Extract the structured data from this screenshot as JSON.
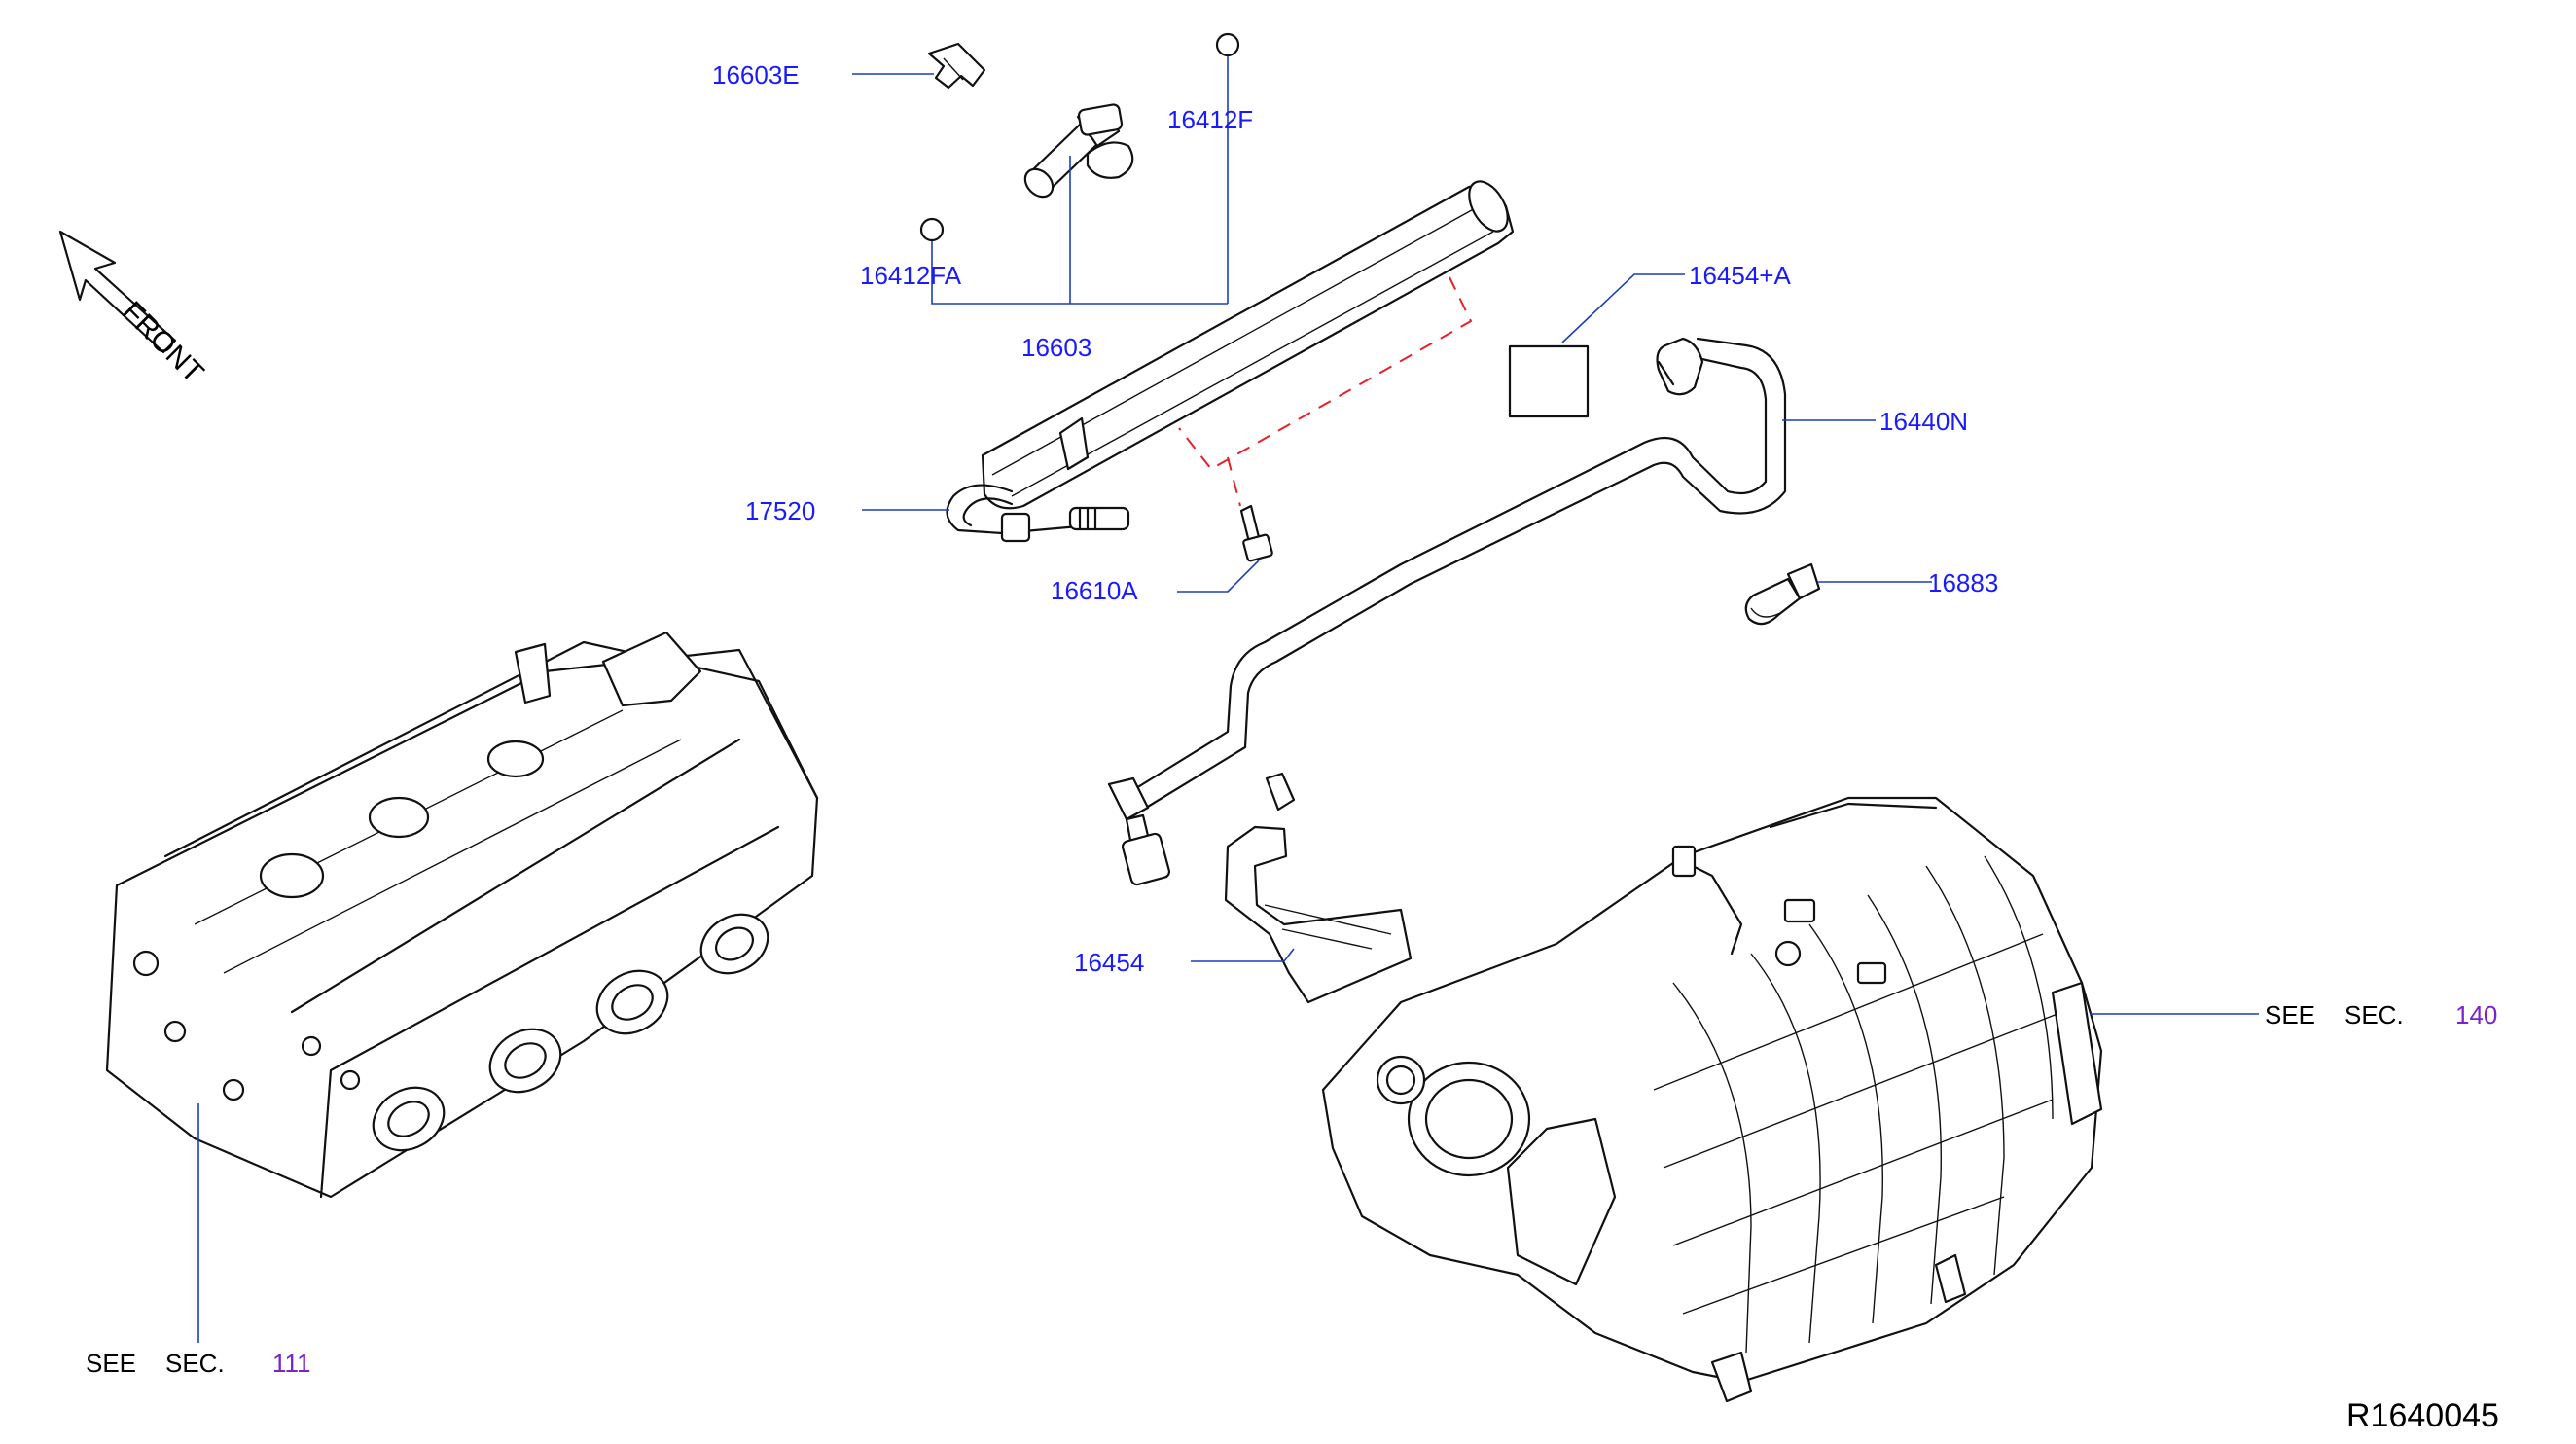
{
  "labels": {
    "p16603E": "16603E",
    "p16412F": "16412F",
    "p16412FA": "16412FA",
    "p16603": "16603",
    "p16454A": "16454+A",
    "p16440N": "16440N",
    "p17520": "17520",
    "p16610A": "16610A",
    "p16883": "16883",
    "p16454": "16454"
  },
  "see_refs": {
    "right": {
      "see": "SEE",
      "sec": "SEC.",
      "number": "140"
    },
    "left": {
      "see": "SEE",
      "sec": "SEC.",
      "number": "111"
    }
  },
  "front_label": "FRONT",
  "diagram_ref": "R1640045",
  "colors": {
    "part_label": "#1a1aff",
    "section_number": "#7a22cc",
    "hidden_line": "#e8202a"
  }
}
